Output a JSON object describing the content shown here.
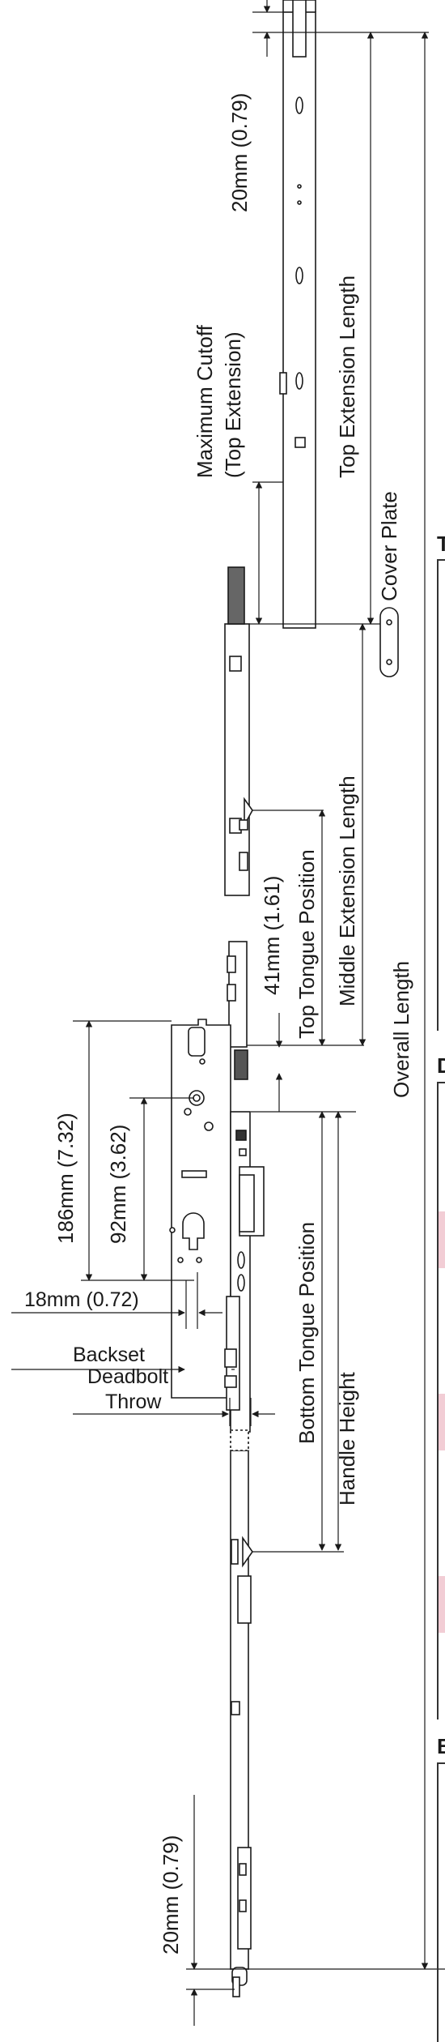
{
  "labels": {
    "top_20mm": "20mm (0.79)",
    "maximum_cutoff_line1": "Maximum Cutoff",
    "maximum_cutoff_line2": "(Top Extension)",
    "top_extension_length": "Top Extension Length",
    "cover_plate": "Cover Plate",
    "middle_extension_length": "Middle Extension Length",
    "top_tongue_position": "Top Tongue Position",
    "mm41": "41mm (1.61)",
    "overall_length": "Overall Length",
    "mm186": "186mm (7.32)",
    "mm92": "92mm (3.62)",
    "mm18": "18mm (0.72)",
    "backset": "Backset",
    "deadbolt": "Deadbolt",
    "throw": "Throw",
    "bottom_tongue_position": "Bottom Tongue Position",
    "handle_height": "Handle Height",
    "bottom_20mm": "20mm (0.79)"
  },
  "table_fragments": {
    "letter_1": "T",
    "letter_2": "D",
    "letter_3": "B"
  },
  "colors": {
    "line": "#1a1a1a",
    "accent_pink": "#f2cdd5"
  }
}
